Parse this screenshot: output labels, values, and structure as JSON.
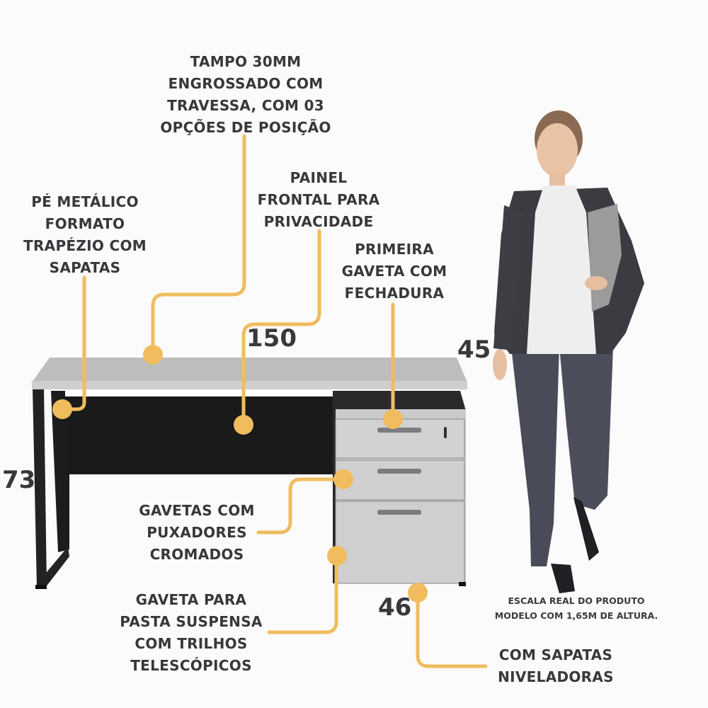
{
  "callouts": {
    "tampo": [
      "TAMPO 30MM",
      "ENGROSSADO COM",
      "TRAVESSA, COM 03",
      "OPÇÕES DE POSIÇÃO"
    ],
    "pe_metalico": [
      "PÉ METÁLICO",
      "FORMATO",
      "TRAPÉZIO COM",
      "SAPATAS"
    ],
    "painel": [
      "PAINEL",
      "FRONTAL PARA",
      "PRIVACIDADE"
    ],
    "primeira_gaveta": [
      "PRIMEIRA",
      "GAVETA COM",
      "FECHADURA"
    ],
    "gavetas_puxadores": [
      "GAVETAS COM",
      "PUXADORES",
      "CROMADOS"
    ],
    "gaveta_pasta": [
      "GAVETA PARA",
      "PASTA SUSPENSA",
      "COM TRILHOS",
      "TELESCÓPICOS"
    ],
    "sapatas": [
      "COM SAPATAS",
      "NIVELADORAS"
    ]
  },
  "dimensions": {
    "width": "150",
    "depth": "45",
    "height": "73",
    "drawer_depth": "46"
  },
  "scale_note": [
    "ESCALA REAL DO PRODUTO",
    "MODELO COM 1,65M DE ALTURA."
  ],
  "colors": {
    "accent": "#f0bc5e",
    "text": "#38383c",
    "desk_top": "#c4c4c4",
    "frame": "#1e1e20",
    "drawer": "#cdcdcd"
  }
}
